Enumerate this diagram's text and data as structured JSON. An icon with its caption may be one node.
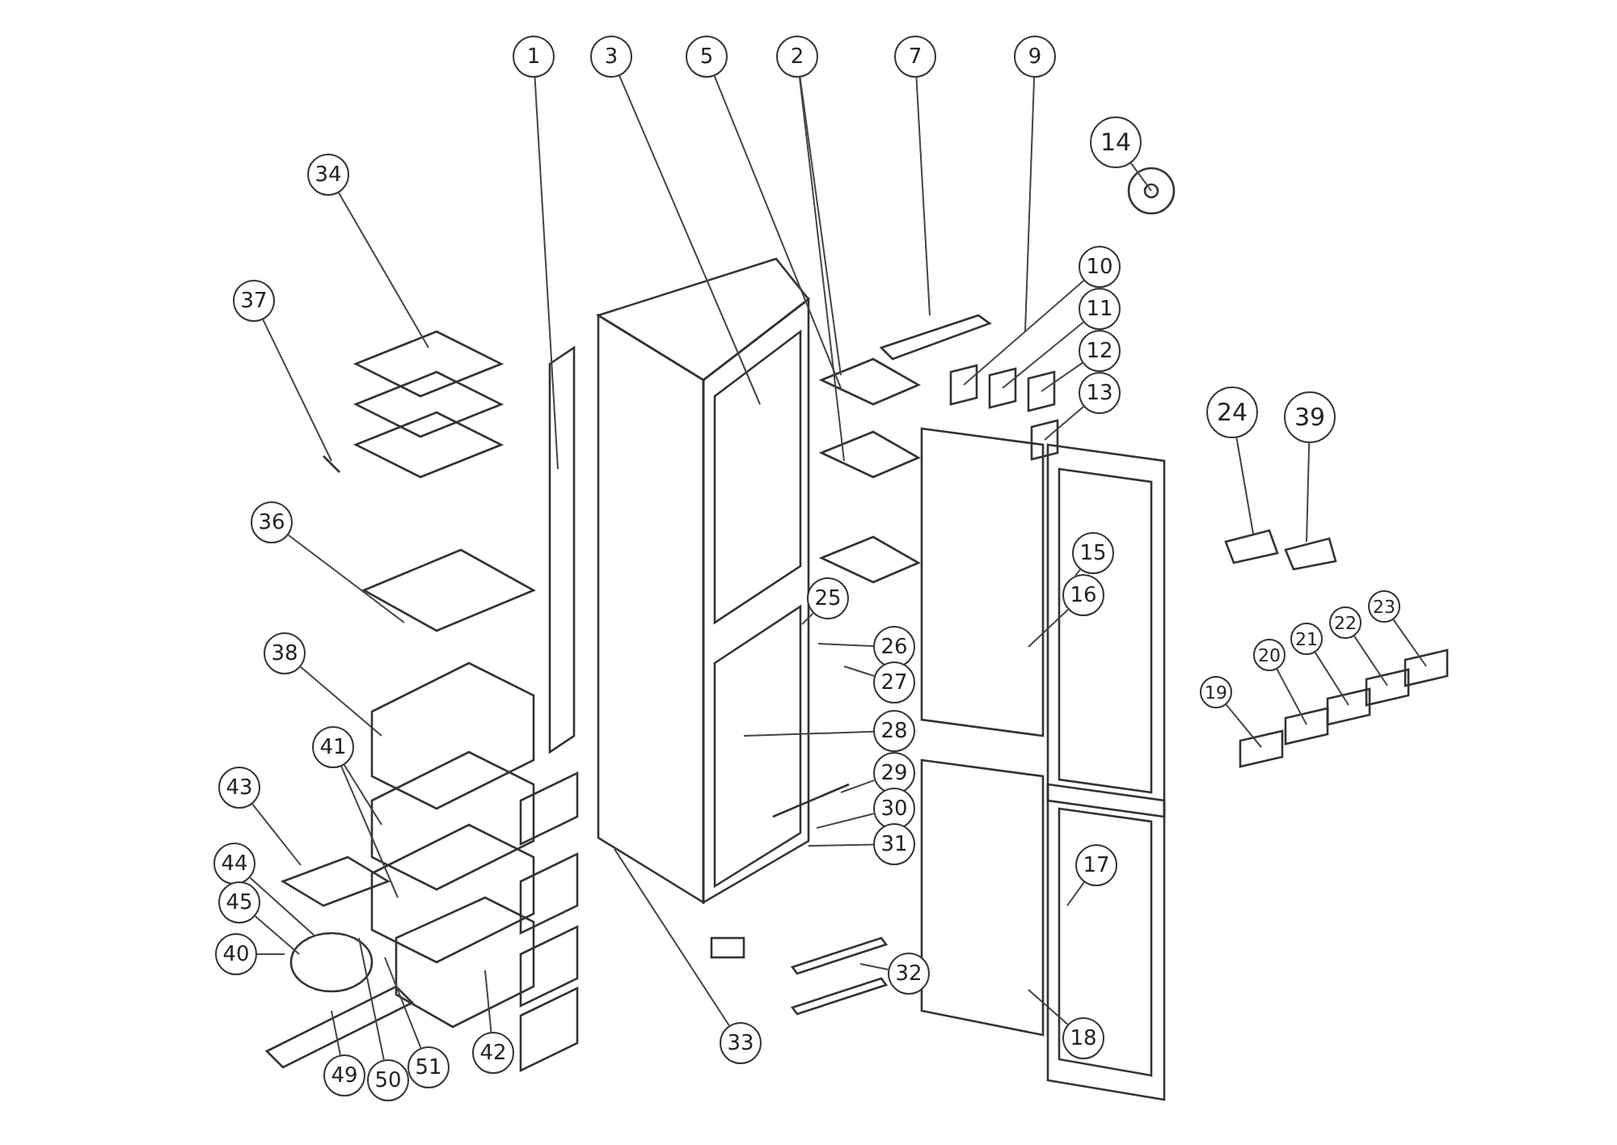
{
  "diagram": {
    "nodes": [
      {
        "text": [
          "1"
        ]
      },
      {
        "text": [
          "3"
        ]
      },
      {
        "text": [
          "5"
        ]
      },
      {
        "text": [
          "2"
        ]
      },
      {
        "text": [
          "7"
        ]
      },
      {
        "text": [
          "9"
        ]
      },
      {
        "text": [
          "14"
        ]
      },
      {
        "text": [
          "34"
        ]
      },
      {
        "text": [
          "10"
        ]
      },
      {
        "text": [
          "37"
        ]
      },
      {
        "text": [
          "11"
        ]
      },
      {
        "text": [
          "12"
        ]
      },
      {
        "text": [
          "13"
        ]
      },
      {
        "text": [
          "24"
        ]
      },
      {
        "text": [
          "39"
        ]
      },
      {
        "text": [
          "36"
        ]
      },
      {
        "text": [
          "15"
        ]
      },
      {
        "text": [
          "16"
        ]
      },
      {
        "text": [
          "25"
        ]
      },
      {
        "text": [
          "26"
        ]
      },
      {
        "text": [
          "38"
        ]
      },
      {
        "text": [
          "22"
        ]
      },
      {
        "text": [
          "23"
        ]
      },
      {
        "text": [
          "21"
        ]
      },
      {
        "text": [
          "20"
        ]
      },
      {
        "text": [
          "27"
        ]
      },
      {
        "text": [
          "19"
        ]
      },
      {
        "text": [
          "28"
        ]
      },
      {
        "text": [
          "41"
        ]
      },
      {
        "text": [
          "29"
        ]
      },
      {
        "text": [
          "43"
        ]
      },
      {
        "text": [
          "30"
        ]
      },
      {
        "text": [
          "31"
        ]
      },
      {
        "text": [
          "44"
        ]
      },
      {
        "text": [
          "17"
        ]
      },
      {
        "text": [
          "45"
        ]
      },
      {
        "text": [
          "40"
        ]
      },
      {
        "text": [
          "32"
        ]
      },
      {
        "text": [
          "33"
        ]
      },
      {
        "text": [
          "18"
        ]
      },
      {
        "text": [
          "42"
        ]
      },
      {
        "text": [
          "51"
        ]
      },
      {
        "text": [
          "49"
        ]
      },
      {
        "text": [
          "50"
        ]
      }
    ],
    "edges": [
      {
        "from": 0,
        "to": null,
        "arrow": "none"
      },
      {
        "from": 1,
        "to": null,
        "arrow": "none"
      },
      {
        "from": 2,
        "to": null,
        "arrow": "none"
      },
      {
        "from": 3,
        "to": null,
        "arrow": "none"
      },
      {
        "from": 3,
        "to": null,
        "arrow": "none"
      },
      {
        "from": 4,
        "to": null,
        "arrow": "none"
      },
      {
        "from": 5,
        "to": null,
        "arrow": "none"
      },
      {
        "from": 6,
        "to": null,
        "arrow": "none"
      },
      {
        "from": 7,
        "to": null,
        "arrow": "none"
      },
      {
        "from": 8,
        "to": null,
        "arrow": "none"
      },
      {
        "from": 9,
        "to": null,
        "arrow": "none"
      },
      {
        "from": 10,
        "to": null,
        "arrow": "none"
      },
      {
        "from": 11,
        "to": null,
        "arrow": "none"
      },
      {
        "from": 12,
        "to": null,
        "arrow": "none"
      },
      {
        "from": 13,
        "to": null,
        "arrow": "none"
      },
      {
        "from": 14,
        "to": null,
        "arrow": "none"
      },
      {
        "from": 15,
        "to": null,
        "arrow": "none"
      },
      {
        "from": 16,
        "to": null,
        "arrow": "none"
      },
      {
        "from": 17,
        "to": null,
        "arrow": "none"
      },
      {
        "from": 18,
        "to": null,
        "arrow": "none"
      },
      {
        "from": 19,
        "to": null,
        "arrow": "none"
      },
      {
        "from": 20,
        "to": null,
        "arrow": "none"
      },
      {
        "from": 21,
        "to": null,
        "arrow": "none"
      },
      {
        "from": 22,
        "to": null,
        "arrow": "none"
      },
      {
        "from": 23,
        "to": null,
        "arrow": "none"
      },
      {
        "from": 24,
        "to": null,
        "arrow": "none"
      },
      {
        "from": 25,
        "to": null,
        "arrow": "none"
      },
      {
        "from": 26,
        "to": null,
        "arrow": "none"
      },
      {
        "from": 27,
        "to": null,
        "arrow": "none"
      },
      {
        "from": 28,
        "to": null,
        "arrow": "none"
      },
      {
        "from": 28,
        "to": null,
        "arrow": "none"
      },
      {
        "from": 29,
        "to": null,
        "arrow": "none"
      },
      {
        "from": 30,
        "to": null,
        "arrow": "none"
      },
      {
        "from": 31,
        "to": null,
        "arrow": "none"
      },
      {
        "from": 32,
        "to": null,
        "arrow": "none"
      },
      {
        "from": 33,
        "to": null,
        "arrow": "none"
      },
      {
        "from": 34,
        "to": null,
        "arrow": "none"
      },
      {
        "from": 35,
        "to": null,
        "arrow": "none"
      },
      {
        "from": 36,
        "to": null,
        "arrow": "none"
      },
      {
        "from": 37,
        "to": null,
        "arrow": "none"
      },
      {
        "from": 38,
        "to": null,
        "arrow": "none"
      },
      {
        "from": 39,
        "to": null,
        "arrow": "none"
      },
      {
        "from": 40,
        "to": null,
        "arrow": "none"
      },
      {
        "from": 41,
        "to": null,
        "arrow": "none"
      },
      {
        "from": 42,
        "to": null,
        "arrow": "none"
      },
      {
        "from": 43,
        "to": null,
        "arrow": "none"
      }
    ]
  }
}
